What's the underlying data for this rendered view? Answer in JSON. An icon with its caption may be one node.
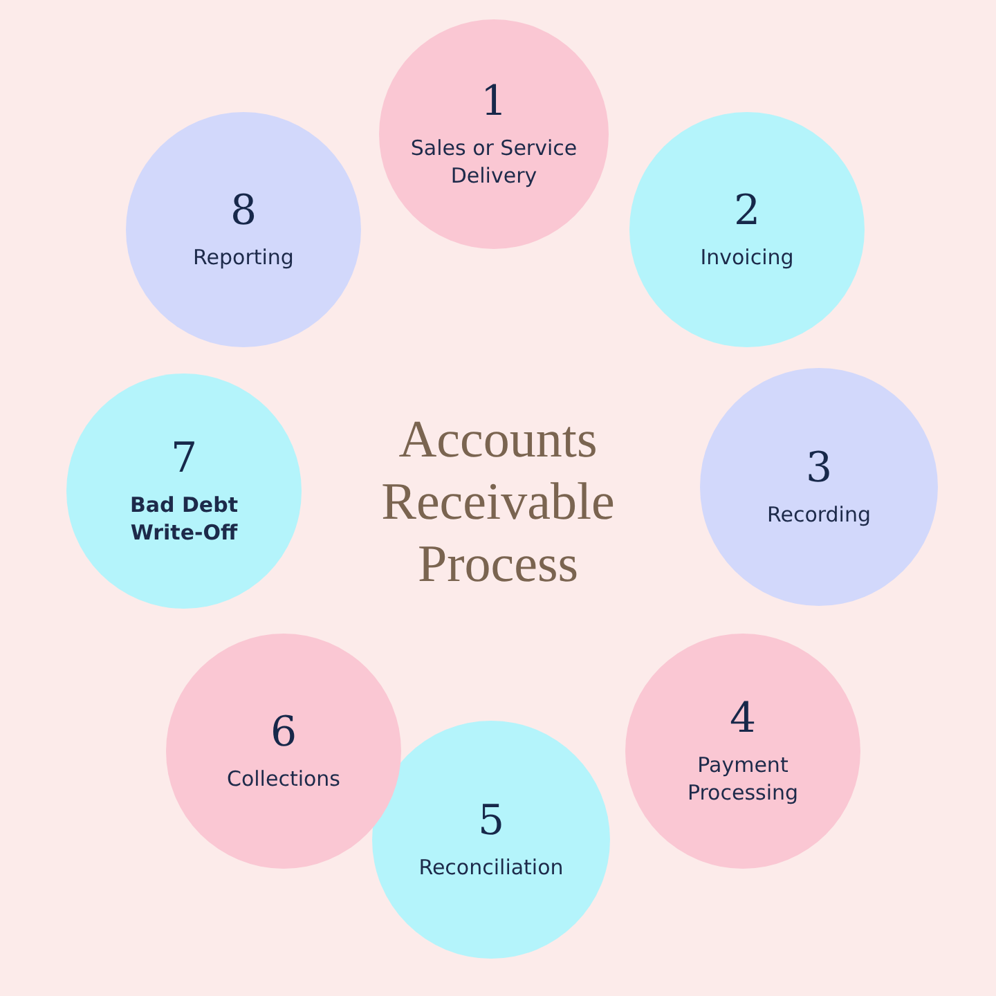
{
  "diagram": {
    "title": "Accounts Receivable Process",
    "nodes": [
      {
        "text": [
          "1",
          "Sales or Service Delivery"
        ]
      },
      {
        "text": [
          "2",
          "Invoicing"
        ]
      },
      {
        "text": [
          "3",
          "Recording"
        ]
      },
      {
        "text": [
          "4",
          "Payment Processing"
        ]
      },
      {
        "text": [
          "5",
          "Reconciliation"
        ]
      },
      {
        "text": [
          "6",
          "Collections"
        ]
      },
      {
        "text": [
          "7",
          "Bad Debt Write-Off"
        ]
      },
      {
        "text": [
          "8",
          "Reporting"
        ]
      }
    ]
  }
}
